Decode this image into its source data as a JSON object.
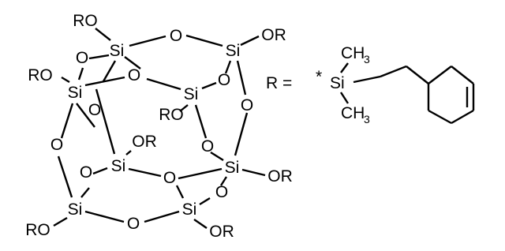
{
  "figure": {
    "atoms": {
      "si": "Si",
      "o": "O",
      "or": "OR",
      "ro": "RO",
      "r_equals": "R =",
      "attachment_star": "*",
      "ch3": "CH",
      "ch3_subscript": "3"
    }
  }
}
